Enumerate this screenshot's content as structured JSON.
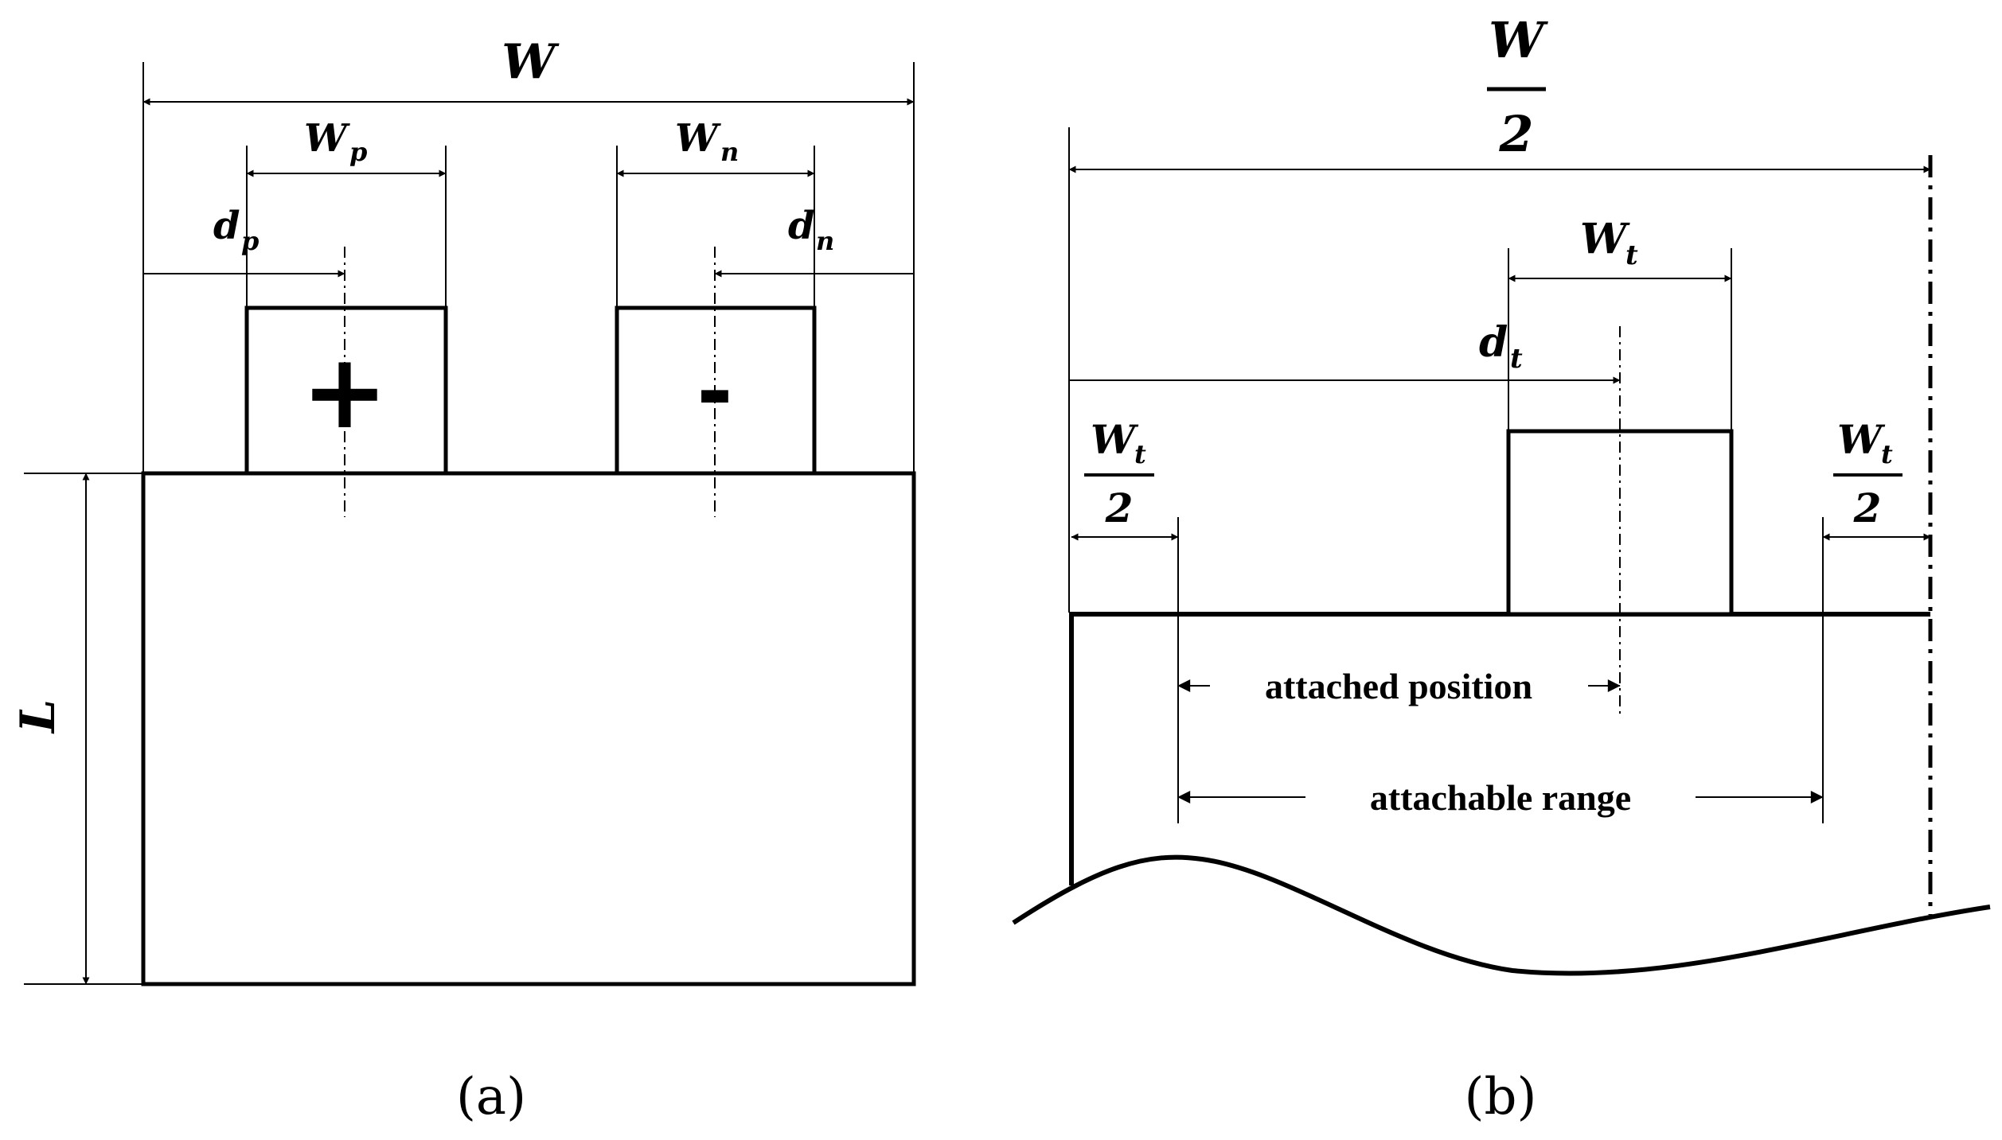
{
  "panel_a": {
    "labels": {
      "total_width": "W",
      "positive_tab_width_main": "W",
      "positive_tab_width_sub": "p",
      "negative_tab_width_main": "W",
      "negative_tab_width_sub": "n",
      "positive_tab_offset_main": "d",
      "positive_tab_offset_sub": "p",
      "negative_tab_offset_main": "d",
      "negative_tab_offset_sub": "n",
      "length": "L",
      "positive_symbol": "+",
      "negative_symbol": "-"
    },
    "caption": "(a)"
  },
  "panel_b": {
    "labels": {
      "half_width_num": "W",
      "half_width_den": "2",
      "tab_width_main": "W",
      "tab_width_sub": "t",
      "tab_offset_main": "d",
      "tab_offset_sub": "t",
      "left_margin_num_main": "W",
      "left_margin_num_sub": "t",
      "left_margin_den": "2",
      "right_margin_num_main": "W",
      "right_margin_num_sub": "t",
      "right_margin_den": "2",
      "attached_position": "attached position",
      "attachable_range": "attachable range"
    },
    "caption": "(b)"
  }
}
